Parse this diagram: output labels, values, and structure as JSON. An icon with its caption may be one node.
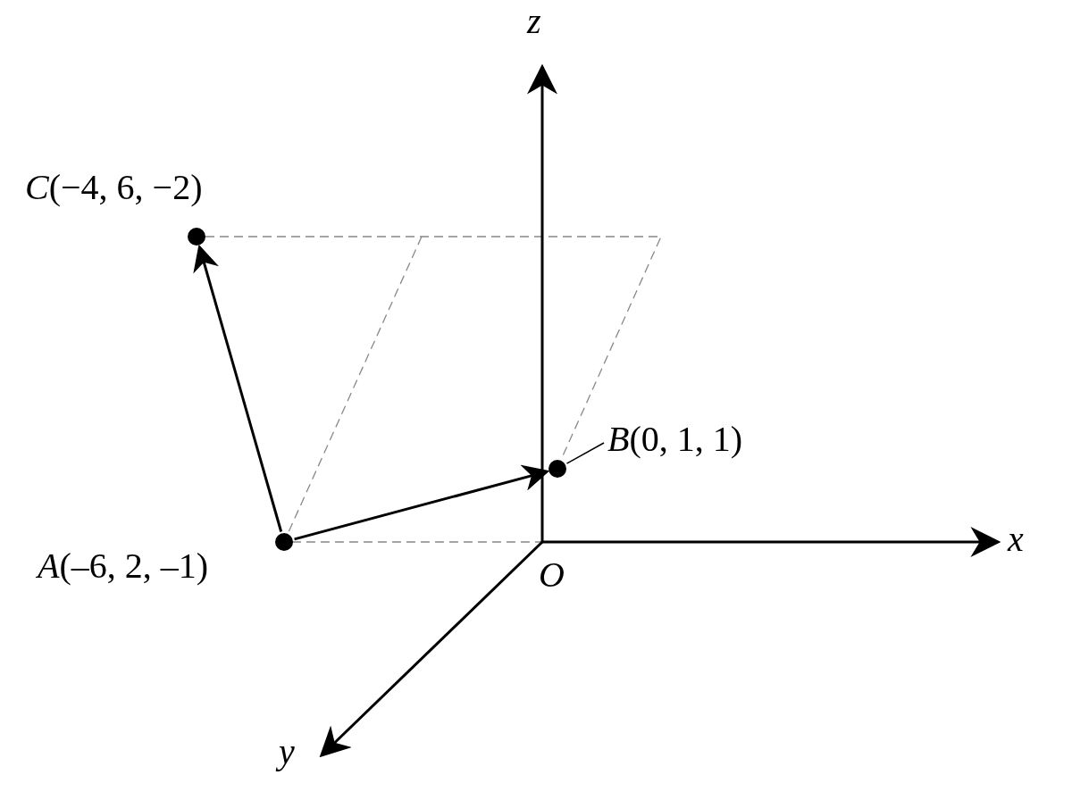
{
  "diagram": {
    "nodes": [
      {
        "text": [],
        "shape": "circle",
        "beside": [
          "*C*(−4, 6, −2)"
        ]
      },
      {
        "text": [
          "*B*(0, 1, 1)"
        ]
      },
      {
        "text": [],
        "shape": "circle"
      },
      {
        "text": [],
        "shape": "circle",
        "beside": [
          "*A*(–6, 2, –1)"
        ]
      }
    ],
    "edges": [
      {
        "from": 3,
        "to": 0,
        "arrow": "to"
      },
      {
        "from": 3,
        "to": 2,
        "arrow": "to"
      },
      {
        "from": 1,
        "to": 2,
        "arrow": "none"
      }
    ],
    "labels": [
      "*z*",
      "*x*",
      "*O*",
      "*y*"
    ]
  }
}
